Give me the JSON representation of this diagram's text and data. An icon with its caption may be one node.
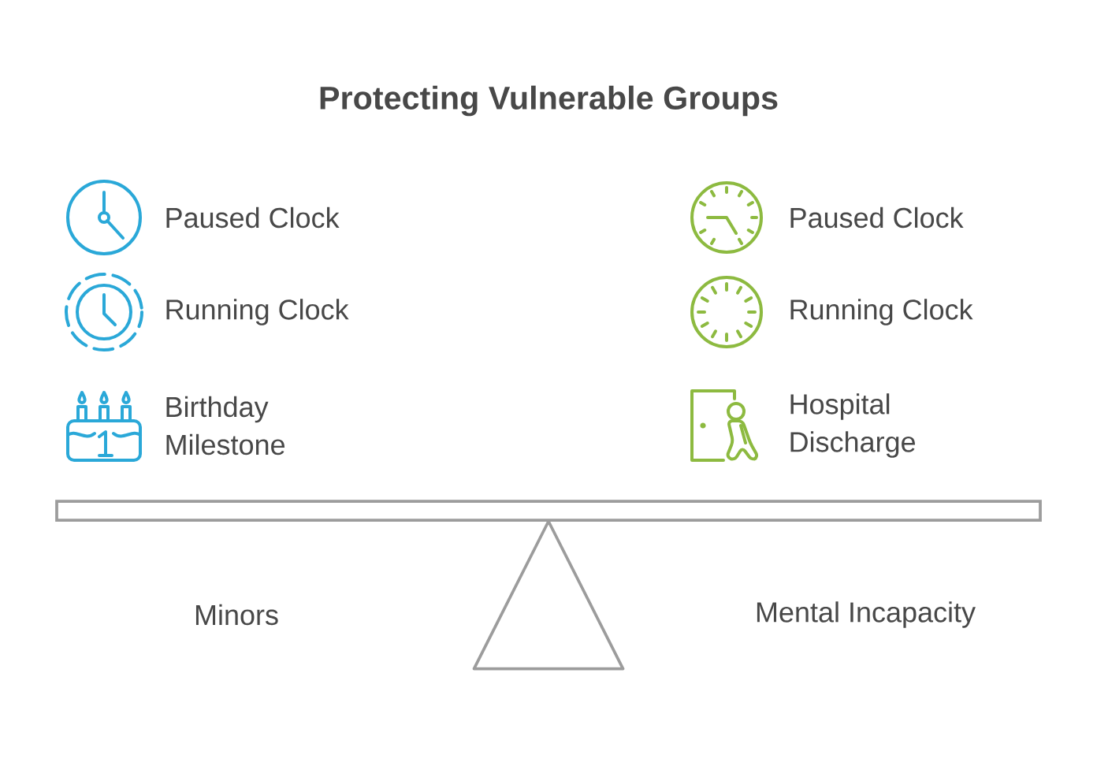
{
  "diagram": {
    "title": "Protecting Vulnerable Groups",
    "nodes": [
      {
        "text": [],
        "shape": "bar"
      },
      {
        "text": [],
        "shape": "triangle"
      }
    ],
    "labels": [
      "Paused Clock",
      "Paused Clock",
      "Running Clock",
      "Running Clock",
      "Birthday Milestone",
      "Hospital Discharge",
      "Minors",
      "Mental Incapacity"
    ]
  }
}
